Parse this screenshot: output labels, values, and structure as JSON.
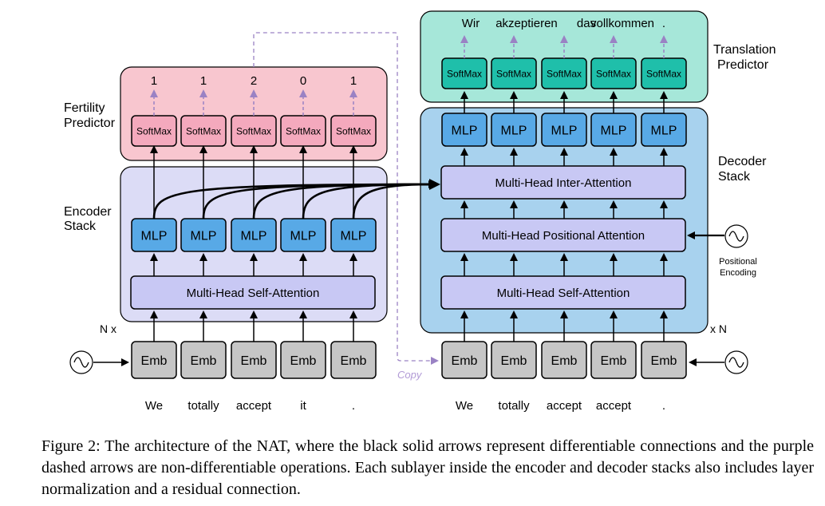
{
  "encoder": {
    "label_line1": "Encoder",
    "label_line2": "Stack",
    "repeat_label": "N x",
    "self_attention": "Multi-Head Self-Attention",
    "mlp": [
      "MLP",
      "MLP",
      "MLP",
      "MLP",
      "MLP"
    ],
    "emb": [
      "Emb",
      "Emb",
      "Emb",
      "Emb",
      "Emb"
    ],
    "input_tokens": [
      "We",
      "totally",
      "accept",
      "it",
      "."
    ]
  },
  "fertility": {
    "label_line1": "Fertility",
    "label_line2": "Predictor",
    "softmax": [
      "SoftMax",
      "SoftMax",
      "SoftMax",
      "SoftMax",
      "SoftMax"
    ],
    "values": [
      "1",
      "1",
      "2",
      "0",
      "1"
    ]
  },
  "decoder": {
    "label_line1": "Decoder",
    "label_line2": "Stack",
    "repeat_label": "x N",
    "inter_attention": "Multi-Head Inter-Attention",
    "positional_attention": "Multi-Head Positional Attention",
    "self_attention": "Multi-Head Self-Attention",
    "mlp": [
      "MLP",
      "MLP",
      "MLP",
      "MLP",
      "MLP"
    ],
    "emb": [
      "Emb",
      "Emb",
      "Emb",
      "Emb",
      "Emb"
    ],
    "input_tokens": [
      "We",
      "totally",
      "accept",
      "accept",
      "."
    ],
    "positional_encoding_line1": "Positional",
    "positional_encoding_line2": "Encoding"
  },
  "translation": {
    "label_line1": "Translation",
    "label_line2": "Predictor",
    "softmax": [
      "SoftMax",
      "SoftMax",
      "SoftMax",
      "SoftMax",
      "SoftMax"
    ],
    "output_tokens": [
      "Wir",
      "akzeptieren",
      "das",
      "vollkommen",
      "."
    ]
  },
  "copy_label": "Copy",
  "caption": "Figure 2:   The architecture of the NAT, where the black solid arrows represent differentiable connections and the purple dashed arrows are non-differentiable operations. Each sublayer inside the encoder and decoder stacks also includes layer normalization and a residual connection.",
  "colors": {
    "encoder_fill": "#dcdcf6",
    "fertility_fill": "#f8c6cf",
    "decoder_fill": "#a8d2ee",
    "translation_fill": "#a6e7d9",
    "attention_fill": "#c8c8f4",
    "mlp_fill": "#58a9e6",
    "fertility_softmax_fill": "#f4a9bd",
    "translation_softmax_fill": "#1fbfaa",
    "emb_fill": "#c6c6c6",
    "dashed_arrow": "#9a82c4"
  },
  "icons": [
    "sine-wave-icon",
    "arrow-icon"
  ]
}
